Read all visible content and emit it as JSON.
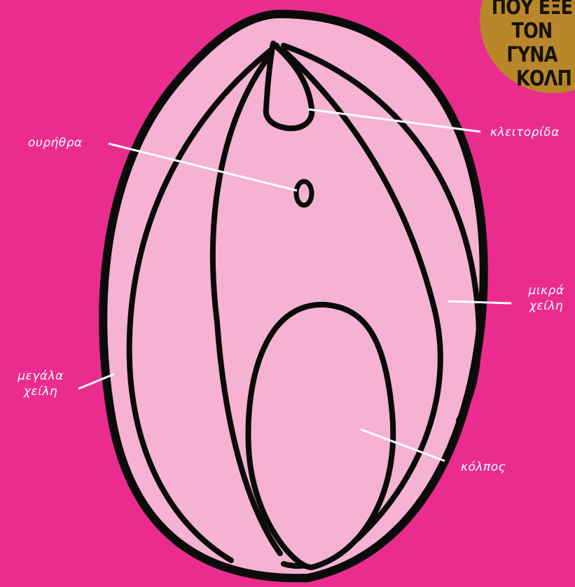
{
  "labels": {
    "urethra": "ουρήθρα",
    "clitoris": "κλειτορίδα",
    "labia_minora_line1": "μικρά",
    "labia_minora_line2": "χείλη",
    "labia_majora_line1": "μεγάλα",
    "labia_majora_line2": "χείλη",
    "vagina": "κόλπος"
  },
  "badge": {
    "line1": "ΠΟΥ ΕΞΕ",
    "line2": "ΤΟΝ ΓΥΝΑ",
    "line3": "ΚΟΛΠ"
  },
  "colors": {
    "background": "#ea2c8e",
    "shape_fill": "#f5b2d2",
    "outline": "#0a0a0a",
    "label_text": "#ffffff",
    "badge": "#b8872a"
  }
}
